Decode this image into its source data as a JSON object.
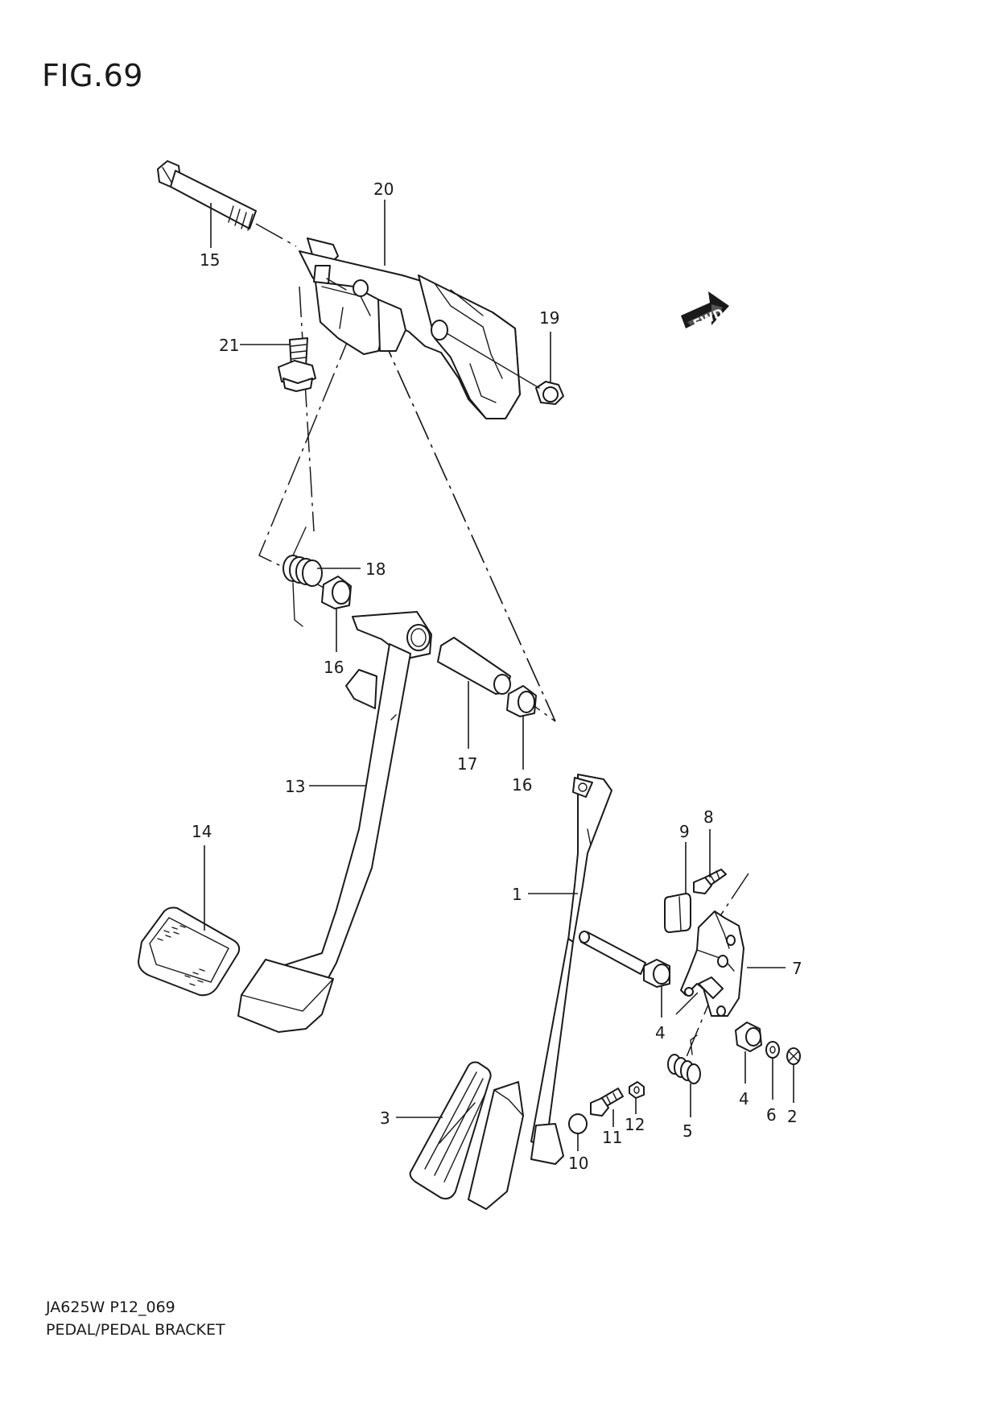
{
  "figure": {
    "title": "FIG.69"
  },
  "fwd_badge": {
    "label": "FWD"
  },
  "footer": {
    "code": "JA625W P12_069",
    "name": "PEDAL/PEDAL BRACKET"
  },
  "callouts": [
    {
      "id": "c15",
      "label": "15"
    },
    {
      "id": "c20",
      "label": "20"
    },
    {
      "id": "c19",
      "label": "19"
    },
    {
      "id": "c21",
      "label": "21"
    },
    {
      "id": "c18",
      "label": "18"
    },
    {
      "id": "c16a",
      "label": "16"
    },
    {
      "id": "c17",
      "label": "17"
    },
    {
      "id": "c16b",
      "label": "16"
    },
    {
      "id": "c13",
      "label": "13"
    },
    {
      "id": "c14",
      "label": "14"
    },
    {
      "id": "c1",
      "label": "1"
    },
    {
      "id": "c9",
      "label": "9"
    },
    {
      "id": "c8",
      "label": "8"
    },
    {
      "id": "c7",
      "label": "7"
    },
    {
      "id": "c4a",
      "label": "4"
    },
    {
      "id": "c4b",
      "label": "4"
    },
    {
      "id": "c6",
      "label": "6"
    },
    {
      "id": "c2",
      "label": "2"
    },
    {
      "id": "c3",
      "label": "3"
    },
    {
      "id": "c11",
      "label": "11"
    },
    {
      "id": "c12",
      "label": "12"
    },
    {
      "id": "c10",
      "label": "10"
    },
    {
      "id": "c5",
      "label": "5"
    }
  ]
}
